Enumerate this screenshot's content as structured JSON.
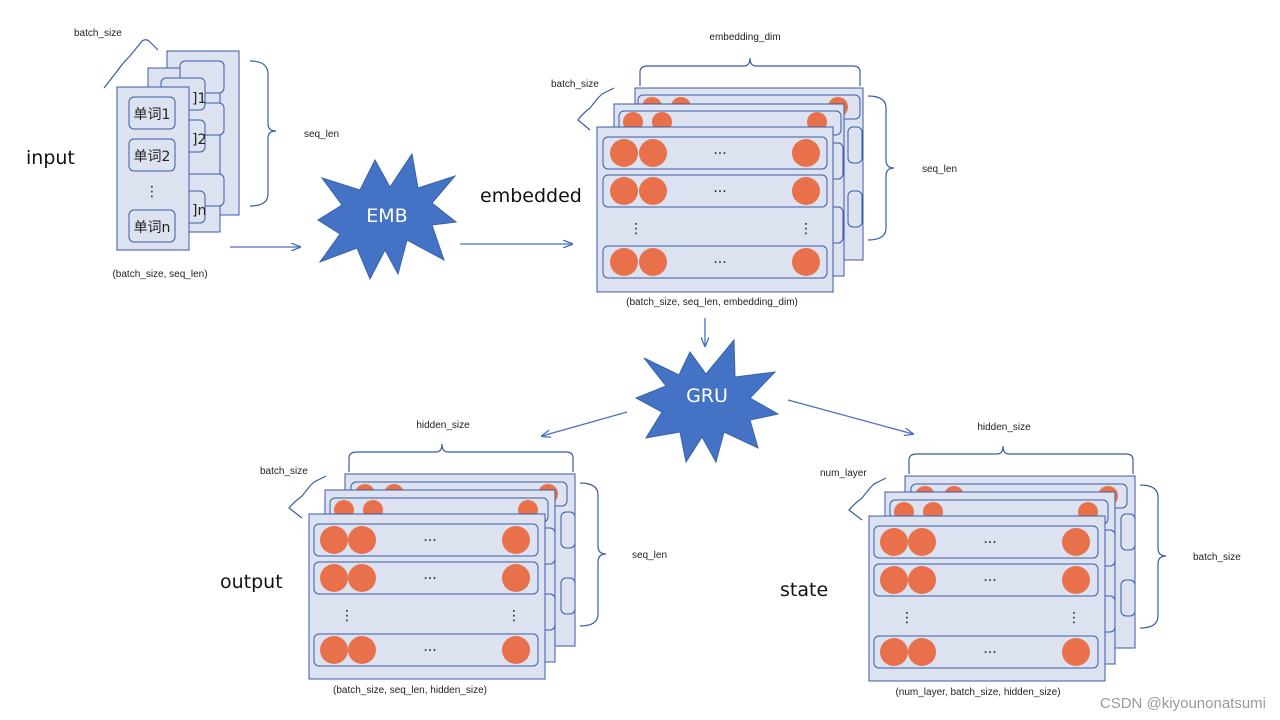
{
  "labels": {
    "input": "input",
    "embedded": "embedded",
    "output": "output",
    "state": "state"
  },
  "bursts": {
    "emb": "EMB",
    "gru": "GRU"
  },
  "input_block": {
    "words": [
      "单词1",
      "单词2",
      "⋮",
      "单词n"
    ],
    "back_suffixes": [
      "]1",
      "]2",
      "]n"
    ],
    "dim_batch": "batch_size",
    "dim_seq": "seq_len",
    "shape": "(batch_size, seq_len)"
  },
  "embedded_block": {
    "dim_top": "embedding_dim",
    "dim_stack": "batch_size",
    "dim_side": "seq_len",
    "shape": "(batch_size, seq_len, embedding_dim)"
  },
  "output_block": {
    "dim_top": "hidden_size",
    "dim_stack": "batch_size",
    "dim_side": "seq_len",
    "shape": "(batch_size, seq_len, hidden_size)"
  },
  "state_block": {
    "dim_top": "hidden_size",
    "dim_stack": "num_layer",
    "dim_side": "batch_size",
    "shape": "(num_layer, batch_size, hidden_size)"
  },
  "symbols": {
    "hdots": "···",
    "vdots": "⋮"
  },
  "colors": {
    "panel_fill": "#dde2f0",
    "panel_stroke": "#3b5aa6",
    "dot": "#e8704a",
    "burst": "#4472c4",
    "arrow": "#4a6fc0"
  },
  "watermark": "CSDN @kiyounonatsumi"
}
